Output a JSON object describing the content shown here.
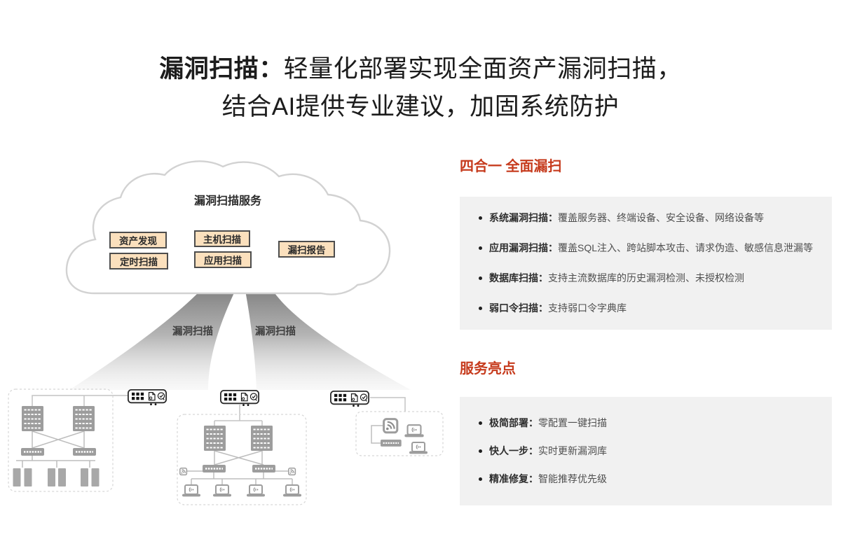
{
  "title": {
    "prefix": "漏洞扫描：",
    "line1": "轻量化部署实现全面资产漏洞扫描，",
    "line2": "结合AI提供专业建议，加固系统防护"
  },
  "diagram": {
    "cloud_title": "漏洞扫描服务",
    "cloud_boxes": [
      "资产发现",
      "定时扫描",
      "主机扫描",
      "应用扫描",
      "漏扫报告"
    ],
    "beam_labels": [
      "漏洞扫描",
      "漏洞扫描"
    ],
    "icon_names": [
      "cloud-icon",
      "scan-beam",
      "scanner-appliance-icon",
      "server-rack-icon",
      "network-switch-icon",
      "terminal-icon",
      "laptop-wifi-icon",
      "wireless-ap-icon",
      "document-report-icon",
      "seal-verify-icon"
    ]
  },
  "sections": [
    {
      "heading": "四合一 全面漏扫",
      "items": [
        {
          "label": "系统漏洞扫描：",
          "desc": "覆盖服务器、终端设备、安全设备、网络设备等"
        },
        {
          "label": "应用漏洞扫描：",
          "desc": "覆盖SQL注入、跨站脚本攻击、请求伪造、敏感信息泄漏等"
        },
        {
          "label": "数据库扫描：",
          "desc": "支持主流数据库的历史漏洞检测、未授权检测"
        },
        {
          "label": "弱口令扫描：",
          "desc": "支持弱口令字典库"
        }
      ]
    },
    {
      "heading": "服务亮点",
      "items": [
        {
          "label": "极简部署：",
          "desc": "零配置一键扫描"
        },
        {
          "label": "快人一步：",
          "desc": "实时更新漏洞库"
        },
        {
          "label": "精准修复：",
          "desc": "智能推荐优先级"
        }
      ]
    }
  ],
  "colors": {
    "accent_red": "#c63b1d",
    "panel_bg": "#f1f1f1",
    "cloud_box_fill": "#fbe0bd",
    "cloud_box_border": "#4d4d4d",
    "beam_gray": "#828282",
    "device_gray": "#9d9d9d"
  }
}
